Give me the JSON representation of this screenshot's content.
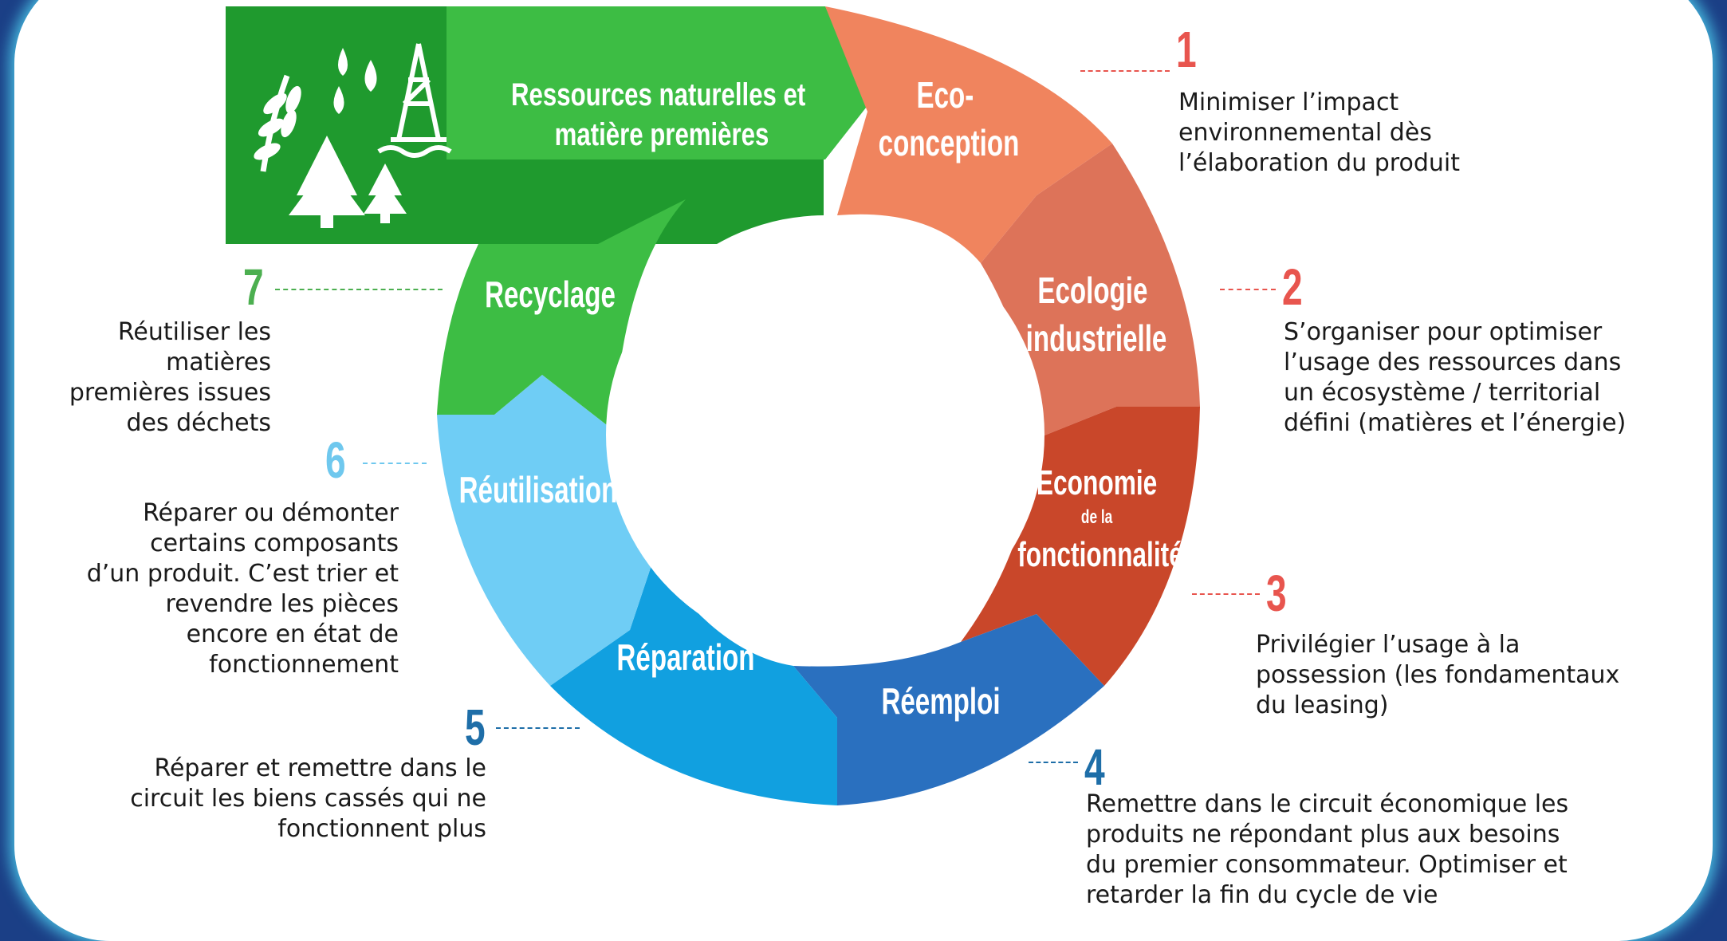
{
  "colors": {
    "resources_dark": "#1f9a2e",
    "resources": "#3dbd44",
    "eco_conception": "#f0845e",
    "ecologie_industrielle": "#dd7359",
    "economie": "#c9472a",
    "reemploi": "#2a70bf",
    "reparation": "#11a0e0",
    "reutilisation": "#6fcdf5",
    "recyclage": "#3dbd44",
    "num_warm": "#e8554e",
    "num_blue": "#1e6ea8",
    "num_green": "#4caf50",
    "num_light": "#6fc8ee"
  },
  "resources": {
    "line1": "Ressources naturelles et",
    "line2": "matière premières"
  },
  "segments": {
    "eco_conception": [
      "Eco-",
      "conception"
    ],
    "ecologie_industrielle": [
      "Ecologie",
      "industrielle"
    ],
    "economie": [
      "Economie",
      "de la",
      "fonctionnalité"
    ],
    "reemploi": "Réemploi",
    "reparation": "Réparation",
    "reutilisation": "Réutilisation",
    "recyclage": "Recyclage"
  },
  "steps": [
    {
      "num": "1",
      "text": "Minimiser l’impact\nenvironnemental dès\nl’élaboration du produit"
    },
    {
      "num": "2",
      "text": "S’organiser pour optimiser\nl’usage des ressources dans\nun écosystème / territorial\ndéfini (matières et l’énergie)"
    },
    {
      "num": "3",
      "text": "Privilégier l’usage à la\npossession (les fondamentaux\ndu leasing)"
    },
    {
      "num": "4",
      "text": "Remettre dans le circuit économique les\nproduits ne répondant plus aux besoins\ndu premier consommateur. Optimiser et\nretarder la fin du cycle de vie"
    },
    {
      "num": "5",
      "text": "Réparer et remettre dans le\ncircuit les biens cassés qui ne\nfonctionnent plus"
    },
    {
      "num": "6",
      "text": "Réparer ou démonter\ncertains composants\nd’un produit. C’est trier et\nrevendre les pièces\nencore en état de\nfonctionnement"
    },
    {
      "num": "7",
      "text": "Réutiliser les\nmatières\npremières issues\ndes déchets"
    }
  ]
}
